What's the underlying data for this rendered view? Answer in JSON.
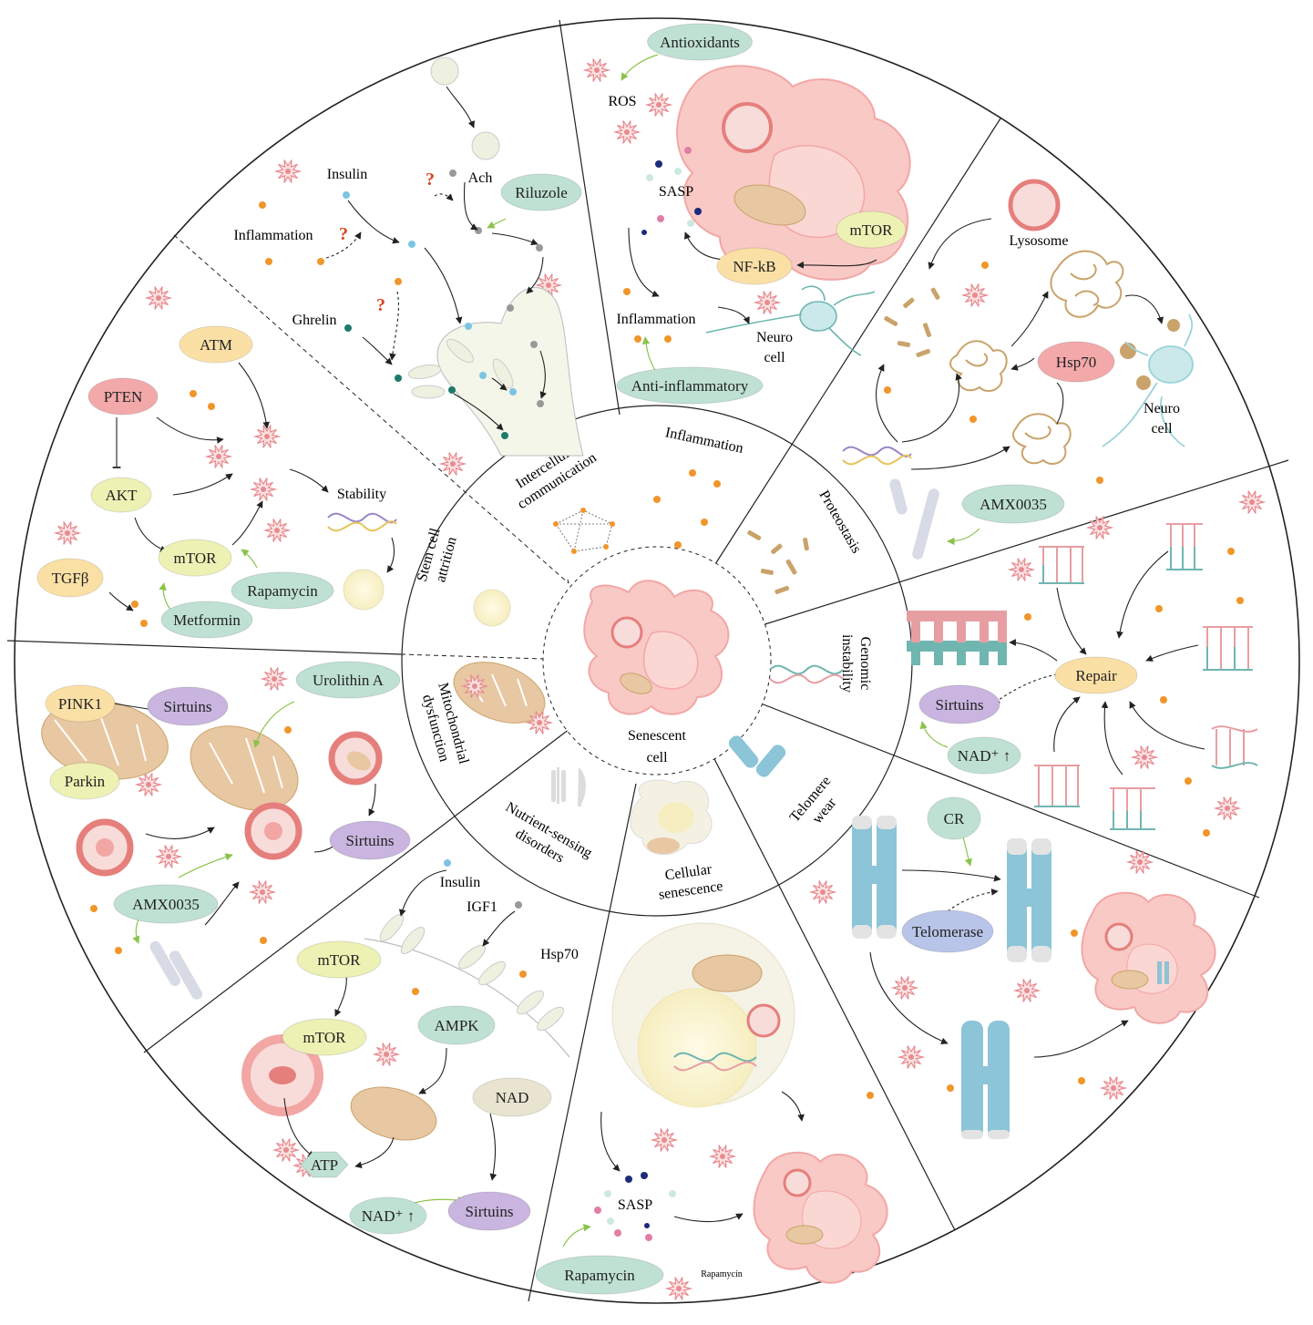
{
  "center": {
    "lines": [
      "Senescent",
      "cell"
    ]
  },
  "hallmarks": [
    {
      "id": "intercellular",
      "lines": [
        "Intercellular",
        "communication"
      ]
    },
    {
      "id": "inflammation",
      "lines": [
        "Inflammation"
      ]
    },
    {
      "id": "proteostasis",
      "lines": [
        "Proteostasis"
      ]
    },
    {
      "id": "genomic",
      "lines": [
        "Genomic",
        "instability"
      ]
    },
    {
      "id": "telomere",
      "lines": [
        "Telomere",
        "wear"
      ]
    },
    {
      "id": "senescence",
      "lines": [
        "Cellular",
        "senescence"
      ]
    },
    {
      "id": "nutrient",
      "lines": [
        "Nutrient-sensing",
        "disorders"
      ]
    },
    {
      "id": "mito",
      "lines": [
        "Mitochondrial",
        "dysfunction"
      ]
    },
    {
      "id": "stem",
      "lines": [
        "Stem cell",
        "attrition"
      ]
    }
  ],
  "labels": {
    "insulin_top": "Insulin",
    "ach": "Ach",
    "inflammation_top": "Inflammation",
    "ghrelin": "Ghrelin",
    "ros": "ROS",
    "sasp_top": "SASP",
    "inflammation_mid": "Inflammation",
    "neuro_cell_1": "Neuro cell",
    "lysosome": "Lysosome",
    "neuro_cell_2": "Neuro cell",
    "stability": "Stability",
    "insulin_bottom": "Insulin",
    "igf1": "IGF1",
    "hsp70_text": "Hsp70",
    "sasp_bottom": "SASP",
    "rapamycin_small": "Rapamycin"
  },
  "pills": [
    {
      "id": "antioxidants",
      "text": "Antioxidants",
      "color": "#bfe1d3"
    },
    {
      "id": "riluzole",
      "text": "Riluzole",
      "color": "#bfe1d3"
    },
    {
      "id": "mtor-inflam",
      "text": "mTOR",
      "color": "#eef1b4"
    },
    {
      "id": "nfkb",
      "text": "NF-kB",
      "color": "#fbe0a6"
    },
    {
      "id": "anti-inflammatory",
      "text": "Anti-inflammatory",
      "color": "#bfe1d3"
    },
    {
      "id": "hsp70",
      "text": "Hsp70",
      "color": "#f3a9aa"
    },
    {
      "id": "amx-prot",
      "text": "AMX0035",
      "color": "#bfe1d3"
    },
    {
      "id": "repair",
      "text": "Repair",
      "color": "#fbe0a6"
    },
    {
      "id": "sirtuins-gen",
      "text": "Sirtuins",
      "color": "#c9b5df"
    },
    {
      "id": "nad-gen",
      "text": "NAD⁺ ↑",
      "color": "#bfe1d3"
    },
    {
      "id": "cr",
      "text": "CR",
      "color": "#bfe1d3"
    },
    {
      "id": "telomerase",
      "text": "Telomerase",
      "color": "#b8c4e8"
    },
    {
      "id": "atm",
      "text": "ATM",
      "color": "#fbe0a6"
    },
    {
      "id": "pten",
      "text": "PTEN",
      "color": "#f3a9aa"
    },
    {
      "id": "akt",
      "text": "AKT",
      "color": "#eef1b4"
    },
    {
      "id": "mtor-stem",
      "text": "mTOR",
      "color": "#eef1b4"
    },
    {
      "id": "tgfb",
      "text": "TGFβ",
      "color": "#fbe0a6"
    },
    {
      "id": "rapamycin-stem",
      "text": "Rapamycin",
      "color": "#bfe1d3"
    },
    {
      "id": "metformin",
      "text": "Metformin",
      "color": "#bfe1d3"
    },
    {
      "id": "pink1",
      "text": "PINK1",
      "color": "#fbe0a6"
    },
    {
      "id": "sirtuins-mito1",
      "text": "Sirtuins",
      "color": "#c9b5df"
    },
    {
      "id": "urolithin",
      "text": "Urolithin A",
      "color": "#bfe1d3"
    },
    {
      "id": "parkin",
      "text": "Parkin",
      "color": "#eef1b4"
    },
    {
      "id": "sirtuins-mito2",
      "text": "Sirtuins",
      "color": "#c9b5df"
    },
    {
      "id": "amx-mito",
      "text": "AMX0035",
      "color": "#bfe1d3"
    },
    {
      "id": "mtor-nut1",
      "text": "mTOR",
      "color": "#eef1b4"
    },
    {
      "id": "mtor-nut2",
      "text": "mTOR",
      "color": "#eef1b4"
    },
    {
      "id": "ampk",
      "text": "AMPK",
      "color": "#bfe1d3"
    },
    {
      "id": "nad-nut",
      "text": "NAD",
      "color": "#e8e4cf"
    },
    {
      "id": "atp",
      "text": "ATP",
      "color": "#bfe1d3"
    },
    {
      "id": "nad-up-nut",
      "text": "NAD⁺ ↑",
      "color": "#bfe1d3"
    },
    {
      "id": "sirtuins-nut",
      "text": "Sirtuins",
      "color": "#c9b5df"
    },
    {
      "id": "rapamycin-sen",
      "text": "Rapamycin",
      "color": "#bfe1d3"
    }
  ],
  "question_marks": [
    "?",
    "?",
    "?"
  ],
  "colors": {
    "cell_pink": "#f9c9c6",
    "cell_stroke": "#f2a7a5",
    "teal": "#bfe1d3",
    "orange_dot": "#f0962a",
    "chromosome": "#8cc4d8",
    "dna_pink": "#e79ea3",
    "dna_teal": "#6fb6b0",
    "mito_tan": "#e8c7a3",
    "protein": "#c9a36b"
  }
}
